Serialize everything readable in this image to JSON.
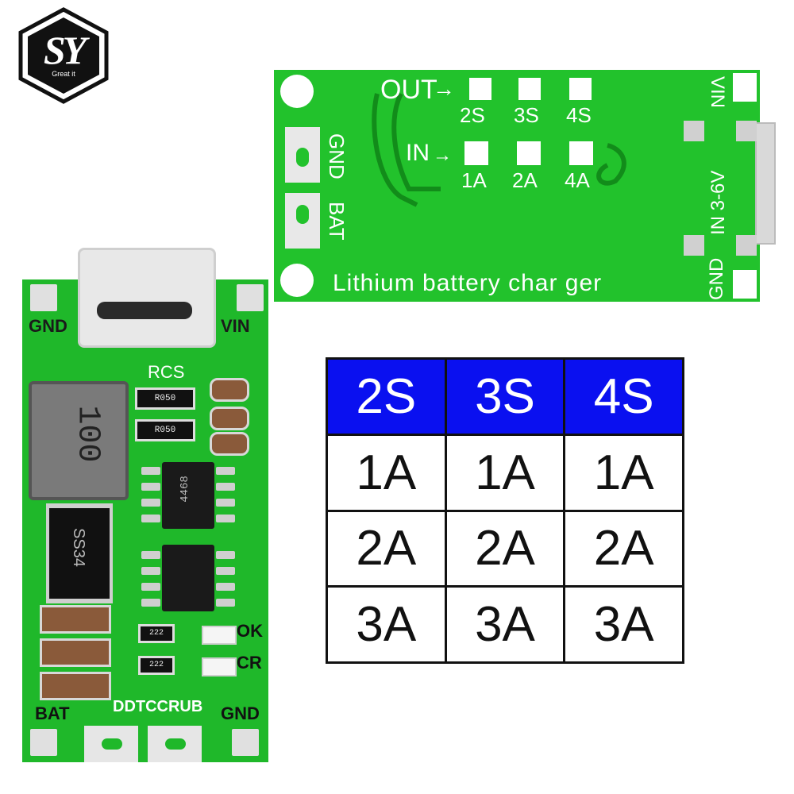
{
  "logo": {
    "letters": "SY",
    "tagline": "Great it"
  },
  "top_board": {
    "out_label": "OUT",
    "out_options": [
      "2S",
      "3S",
      "4S"
    ],
    "in_label": "IN",
    "in_options": [
      "1A",
      "2A",
      "4A"
    ],
    "left_labels": [
      "GND",
      "BAT"
    ],
    "right_labels": [
      "VIN",
      "IN 3-6V",
      "GND"
    ],
    "title": "Lithium battery char ger"
  },
  "bottom_board": {
    "labels": {
      "gnd_top": "GND",
      "vin": "VIN",
      "rcs": "RCS",
      "ok": "OK",
      "cr": "CR",
      "bat": "BAT",
      "pins": "DDTCCRUB",
      "gnd_bottom": "GND"
    },
    "inductor": "100",
    "diode": "SS34",
    "resistors": [
      "R050",
      "R050"
    ],
    "chip1": "4468",
    "small_resistors": [
      "222",
      "222"
    ]
  },
  "table": {
    "headers": [
      "2S",
      "3S",
      "4S"
    ],
    "rows": [
      [
        "1A",
        "1A",
        "1A"
      ],
      [
        "2A",
        "2A",
        "2A"
      ],
      [
        "3A",
        "3A",
        "3A"
      ]
    ],
    "header_color": "#0a10f0"
  }
}
